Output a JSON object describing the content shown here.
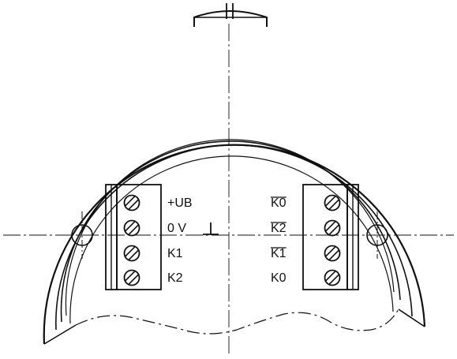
{
  "left_terminal_block": {
    "labels": [
      "+UB",
      "0 V",
      "K1",
      "K2"
    ],
    "ground_symbol": "ground-symbol"
  },
  "right_terminal_block": {
    "labels": [
      "K0",
      "K2",
      "K1",
      "K0"
    ],
    "overlined": [
      true,
      true,
      true,
      false
    ]
  },
  "colors": {
    "line": "#111111",
    "background": "#ffffff"
  }
}
